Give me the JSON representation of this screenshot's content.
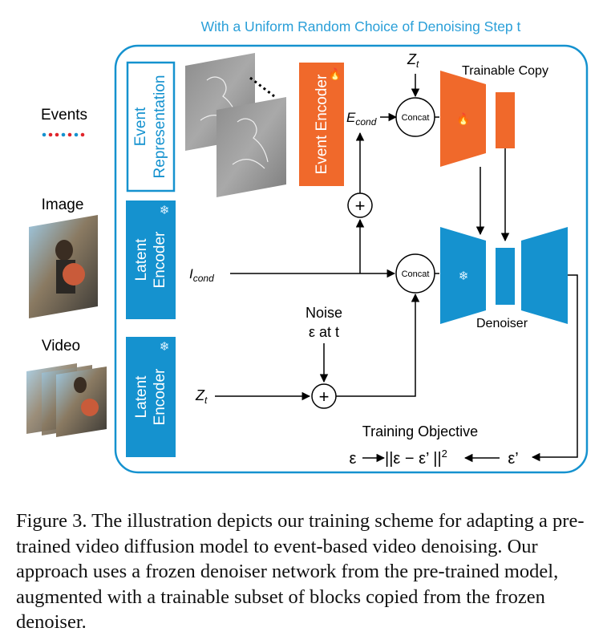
{
  "header": {
    "title": "With a Uniform Random Choice of Denoising Step t"
  },
  "inputs": {
    "events": "Events",
    "image": "Image",
    "video": "Video"
  },
  "blocks": {
    "event_representation_line1": "Event",
    "event_representation_line2": "Representation",
    "latent_encoder_line1": "Latent",
    "latent_encoder_line2": "Encoder",
    "event_encoder": "Event Encoder",
    "trainable_copy": "Trainable Copy",
    "denoiser": "Denoiser",
    "concat": "Concat"
  },
  "symbols": {
    "zt_main": "Z",
    "zt_sub": "t",
    "econd_main": "E",
    "econd_sub": "cond",
    "icond_main": "I",
    "icond_sub": "cond",
    "noise_line1": "Noise",
    "noise_line2": "ε at t",
    "plus": "+"
  },
  "objective": {
    "label": "Training Objective",
    "eps": "ε",
    "norm": "||ε  − ε’ ||",
    "sq": "2",
    "eps_prime": "ε’"
  },
  "caption": "Figure 3. The illustration depicts our training scheme for adapting a pre-trained video diffusion model to event-based video denoising. Our approach uses a frozen denoiser network from the pre-trained model, augmented with a trainable subset of blocks copied from the frozen denoiser.",
  "colors": {
    "blue": "#1592cf",
    "orange": "#f0692b",
    "title_blue": "#2a9fd8",
    "line": "#000000"
  },
  "icons": [
    "flame-icon",
    "snowflake-icon"
  ]
}
